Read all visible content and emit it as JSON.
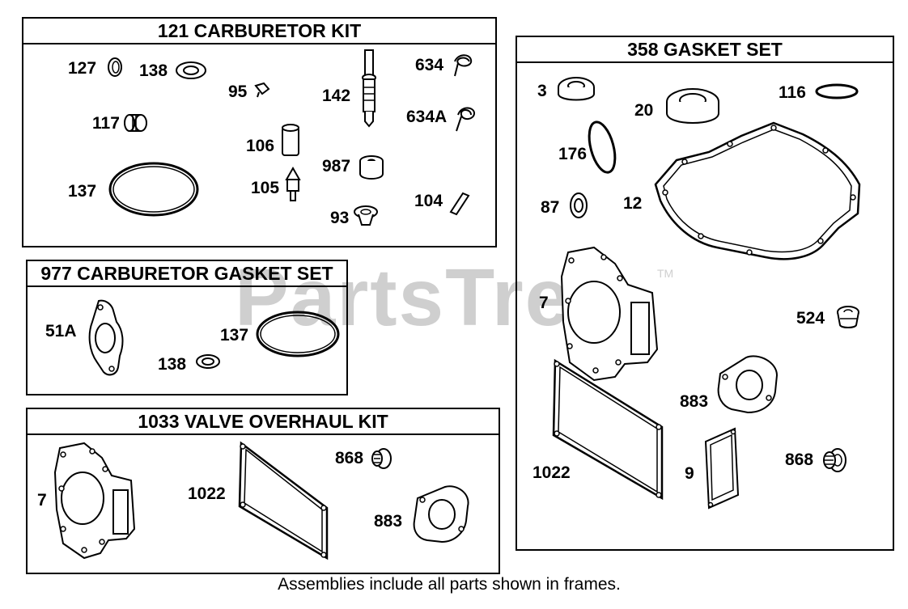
{
  "watermark": "PartsTree",
  "trademark": "TM",
  "footer": "Assemblies include all parts shown in frames.",
  "panels": {
    "carb_kit": {
      "title": "121 CARBURETOR KIT",
      "labels": {
        "p127": "127",
        "p138": "138",
        "p95": "95",
        "p142": "142",
        "p634": "634",
        "p117": "117",
        "p634a": "634A",
        "p106": "106",
        "p987": "987",
        "p137": "137",
        "p105": "105",
        "p104": "104",
        "p93": "93"
      }
    },
    "carb_gasket": {
      "title": "977 CARBURETOR GASKET SET",
      "labels": {
        "p51a": "51A",
        "p137": "137",
        "p138": "138"
      }
    },
    "valve_kit": {
      "title": "1033 VALVE OVERHAUL KIT",
      "labels": {
        "p7": "7",
        "p1022": "1022",
        "p868": "868",
        "p883": "883"
      }
    },
    "gasket_set": {
      "title": "358 GASKET SET",
      "labels": {
        "p3": "3",
        "p20": "20",
        "p116": "116",
        "p176": "176",
        "p87": "87",
        "p12": "12",
        "p7": "7",
        "p524": "524",
        "p883": "883",
        "p1022": "1022",
        "p9": "9",
        "p868": "868"
      }
    }
  }
}
